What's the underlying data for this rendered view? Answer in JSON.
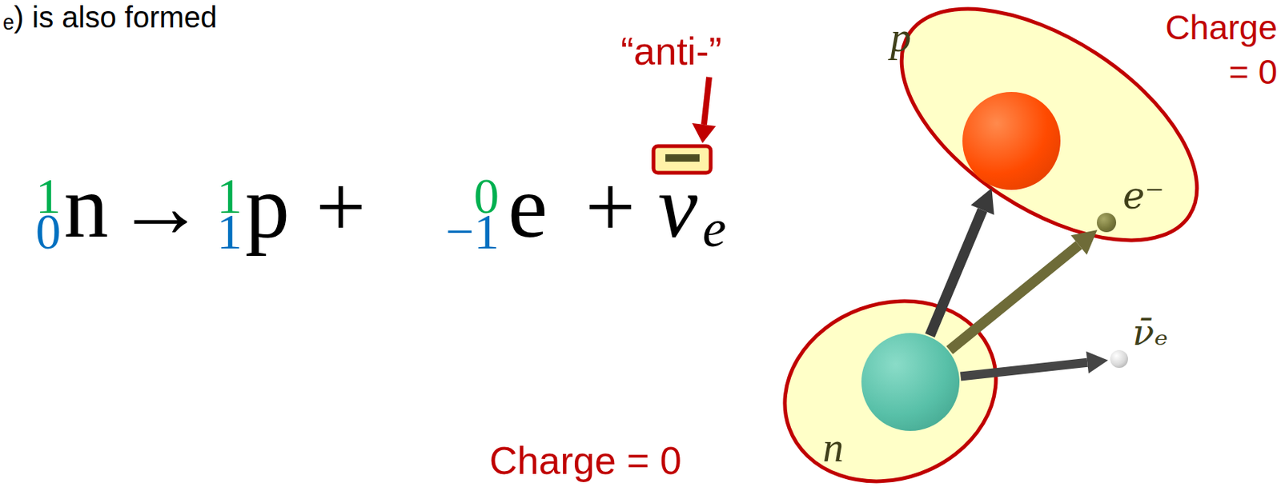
{
  "diagram": {
    "nodes": [
      {
        "text": [
          "Charge = 0"
        ]
      },
      {
        "text": [
          "p"
        ],
        "in": 0
      },
      {
        "text": [
          "e⁻"
        ],
        "in": 0
      },
      {
        "text": [
          "Charge = 0"
        ]
      },
      {
        "text": [
          "n"
        ],
        "in": 3
      },
      {
        "text": [
          "ν̄ₑ"
        ]
      }
    ],
    "edges": [
      {
        "from": 4,
        "to": 1,
        "arrow": "to"
      },
      {
        "from": 4,
        "to": 2,
        "arrow": "to"
      },
      {
        "from": 4,
        "to": 5,
        "arrow": "to"
      }
    ],
    "labels": [
      "ₑ) is also formed",
      "“anti-”",
      "1",
      "0",
      "n",
      "→",
      "1",
      "1",
      "p",
      "+",
      "0",
      "−1",
      "e",
      "+",
      "ν",
      "e"
    ]
  }
}
